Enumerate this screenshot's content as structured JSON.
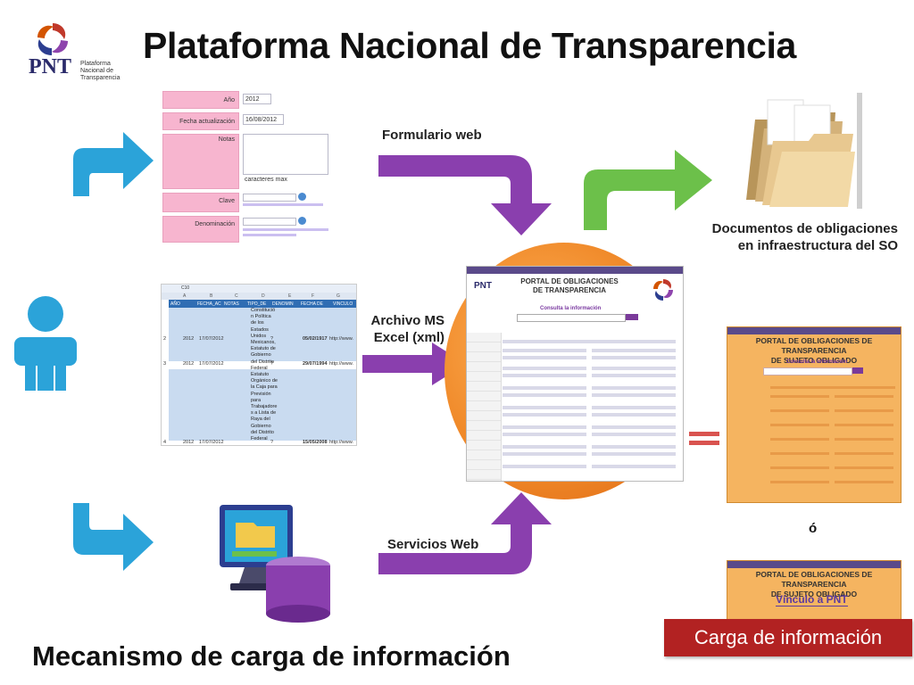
{
  "header": {
    "title": "Plataforma Nacional de Transparencia",
    "logo_text": "PNT",
    "logo_sub": [
      "Plataforma",
      "Nacional de",
      "Transparencia"
    ]
  },
  "footer": {
    "subtitle": "Mecanismo de carga de información",
    "button_label": "Carga de información"
  },
  "labels": {
    "formulario": "Formulario web",
    "excel_line1": "Archivo MS",
    "excel_line2": "Excel (xml)",
    "servicios": "Servicios Web",
    "docs_line1": "Documentos  de  obligaciones",
    "docs_line2": "en infraestructura del SO",
    "o": "ó"
  },
  "form": {
    "anio_label": "Año",
    "anio_value": "2012",
    "fecha_label": "Fecha actualización",
    "fecha_value": "16/08/2012",
    "notas_label": "Notas",
    "caracteres": "caracteres max",
    "clave_label": "Clave",
    "denominacion_label": "Denominación"
  },
  "excel": {
    "cell_ref": "C10",
    "columns": [
      "A",
      "B",
      "C",
      "D",
      "E",
      "F",
      "G"
    ],
    "headers": [
      "AÑO",
      "FECHA_AC",
      "NOTAS",
      "TIPO_DE",
      "DENOMIN",
      "FECHA DE",
      "VINCULO"
    ],
    "rows": [
      {
        "num": "2",
        "anio": "2012",
        "fecha": "17/07/2012",
        "q": "?",
        "fecha_de": "05/02/1917",
        "vinculo": "http://www."
      },
      {
        "num": "3",
        "anio": "2012",
        "fecha": "17/07/2012",
        "q": "?",
        "fecha_de": "29/07/1994",
        "vinculo": "http://www."
      },
      {
        "num": "4",
        "anio": "2012",
        "fecha": "17/07/2012",
        "q": "?",
        "fecha_de": "15/05/2008",
        "vinculo": "http://www."
      }
    ],
    "wrapped_text": "Constitució n Política de los Estados Unidos Mexicanos, Estatuto de Gobierno del Distrito Federal Estatuto Orgánico de la Caja para Previsión para Trabajadore s a Lista de Raya del Gobierno del Distrito Federal"
  },
  "portal": {
    "logo": "PNT",
    "title_line1": "PORTAL DE OBLIGACIONES",
    "title_line2": "DE TRANSPARENCIA",
    "consulta": "Consulta la información"
  },
  "portal_so": {
    "title_line1": "PORTAL DE OBLIGACIONES DE TRANSPARENCIA",
    "title_line2": "DE SUJETO OBLIGADO",
    "consulta": "Consulta la información",
    "vinculo": "Vínculo a PNT"
  },
  "colors": {
    "arrow_blue": "#2ba3d9",
    "arrow_purple": "#8a3fae",
    "arrow_green": "#6cc04a",
    "button_red": "#b22222",
    "orange": "#f08a2a"
  }
}
